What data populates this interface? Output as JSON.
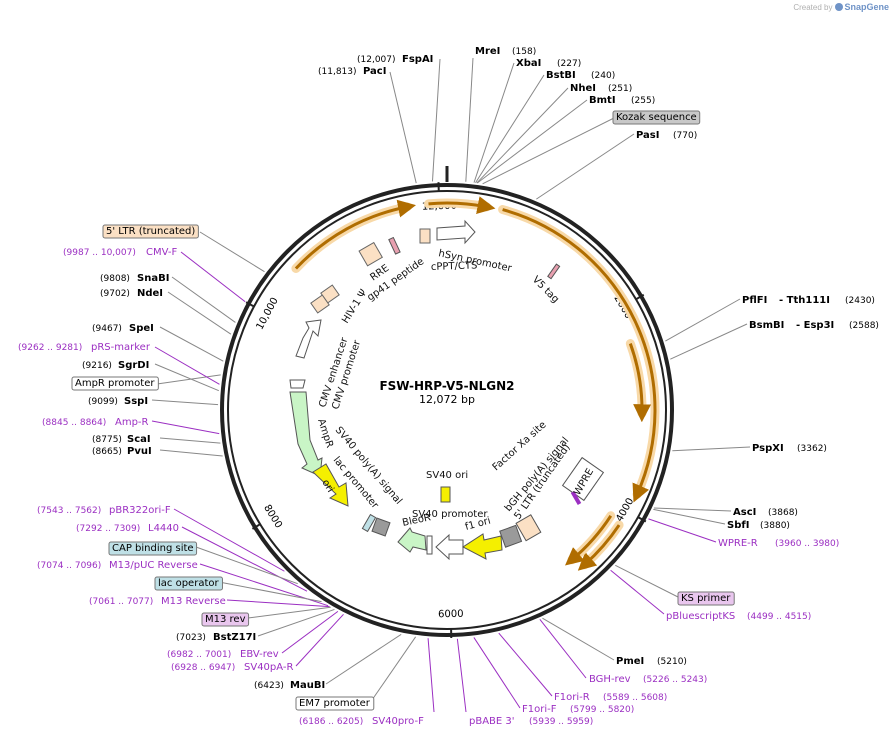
{
  "credit": {
    "prefix": "Created by",
    "brand": "SnapGene"
  },
  "plasmid": {
    "name": "FSW-HRP-V5-NLGN2",
    "size_label": "12,072 bp",
    "length": 12072
  },
  "ruler_ticks": [
    {
      "pos": 2000,
      "label": "2000"
    },
    {
      "pos": 4000,
      "label": "4000"
    },
    {
      "pos": 6000,
      "label": "6000"
    },
    {
      "pos": 8000,
      "label": "8000"
    },
    {
      "pos": 10000,
      "label": "10,000"
    },
    {
      "pos": 12000,
      "label": "12,000"
    }
  ],
  "enzymes": [
    {
      "name": "FspAI",
      "coord": "(12,007)"
    },
    {
      "name": "PacI",
      "coord": "(11,813)"
    },
    {
      "name": "MreI",
      "coord": "(158)"
    },
    {
      "name": "XbaI",
      "coord": "(227)"
    },
    {
      "name": "BstBI",
      "coord": "(240)"
    },
    {
      "name": "NheI",
      "coord": "(251)"
    },
    {
      "name": "BmtI",
      "coord": "(255)"
    },
    {
      "name": "PasI",
      "coord": "(770)"
    },
    {
      "name": "PflFI",
      "name2": "Tth111I",
      "coord": "(2430)"
    },
    {
      "name": "BsmBI",
      "name2": "Esp3I",
      "coord": "(2588)"
    },
    {
      "name": "PspXI",
      "coord": "(3362)"
    },
    {
      "name": "AscI",
      "coord": "(3868)"
    },
    {
      "name": "SbfI",
      "coord": "(3880)"
    },
    {
      "name": "PmeI",
      "coord": "(5210)"
    },
    {
      "name": "MauBI",
      "coord": "(6423)"
    },
    {
      "name": "BstZ17I",
      "coord": "(7023)"
    },
    {
      "name": "PvuI",
      "coord": "(8665)"
    },
    {
      "name": "ScaI",
      "coord": "(8775)"
    },
    {
      "name": "SspI",
      "coord": "(9099)"
    },
    {
      "name": "SgrDI",
      "coord": "(9216)"
    },
    {
      "name": "SpeI",
      "coord": "(9467)"
    },
    {
      "name": "NdeI",
      "coord": "(9702)"
    },
    {
      "name": "SnaBI",
      "coord": "(9808)"
    }
  ],
  "primers": [
    {
      "name": "CMV-F",
      "range": "(9987 .. 10,007)"
    },
    {
      "name": "pRS-marker",
      "range": "(9262 .. 9281)"
    },
    {
      "name": "Amp-R",
      "range": "(8845 .. 8864)"
    },
    {
      "name": "pBR322ori-F",
      "range": "(7543 .. 7562)"
    },
    {
      "name": "L4440",
      "range": "(7292 .. 7309)"
    },
    {
      "name": "M13/pUC Reverse",
      "range": "(7074 .. 7096)"
    },
    {
      "name": "M13 Reverse",
      "range": "(7061 .. 7077)"
    },
    {
      "name": "EBV-rev",
      "range": "(6982 .. 7001)"
    },
    {
      "name": "SV40pA-R",
      "range": "(6928 .. 6947)"
    },
    {
      "name": "SV40pro-F",
      "range": "(6186 .. 6205)"
    },
    {
      "name": "pBABE 3'",
      "range": "(5939 .. 5959)"
    },
    {
      "name": "F1ori-F",
      "range": "(5799 .. 5820)"
    },
    {
      "name": "F1ori-R",
      "range": "(5589 .. 5608)"
    },
    {
      "name": "BGH-rev",
      "range": "(5226 .. 5243)"
    },
    {
      "name": "pBluescriptKS",
      "range": "(4499 .. 4515)"
    },
    {
      "name": "WPRE-R",
      "range": "(3960 .. 3980)"
    }
  ],
  "boxed_labels": [
    {
      "text": "Kozak sequence",
      "fill": "#c8c8c8"
    },
    {
      "text": "5' LTR (truncated)",
      "fill": "#fbe0c4"
    },
    {
      "text": "AmpR promoter",
      "fill": "#ffffff"
    },
    {
      "text": "CAP binding site",
      "fill": "#bfe0e6"
    },
    {
      "text": "lac operator",
      "fill": "#bfe0e6"
    },
    {
      "text": "M13 rev",
      "fill": "#e9c6ee"
    },
    {
      "text": "EM7 promoter",
      "fill": "#ffffff"
    },
    {
      "text": "KS primer",
      "fill": "#e9c6ee"
    }
  ],
  "inner_features": [
    "hSyn promoter",
    "cPPT/CTS",
    "RRE",
    "gp41 peptide",
    "HIV-1 Ψ",
    "V5 tag",
    "CMV enhancer",
    "CMV promoter",
    "AmpR",
    "SV40 poly(A) signal",
    "lac promoter",
    "ori",
    "SV40 ori",
    "Factor Xa site",
    "bGH poly(A) signal",
    "5' LTR (truncated)",
    "WPRE",
    "f1 ori",
    "SV40 promoter",
    "BleoR"
  ],
  "colors": {
    "backbone": "#222222",
    "enzyme_text": "#000000",
    "primer": "#9b2fc2",
    "orf_arrow": "#b06d00",
    "orf_halo": "#f8d9a8",
    "ampr": "#c9f5c6",
    "ori": "#f5ef00",
    "ltr": "#fbe0c4",
    "gray_feature": "#9a9a9a"
  }
}
